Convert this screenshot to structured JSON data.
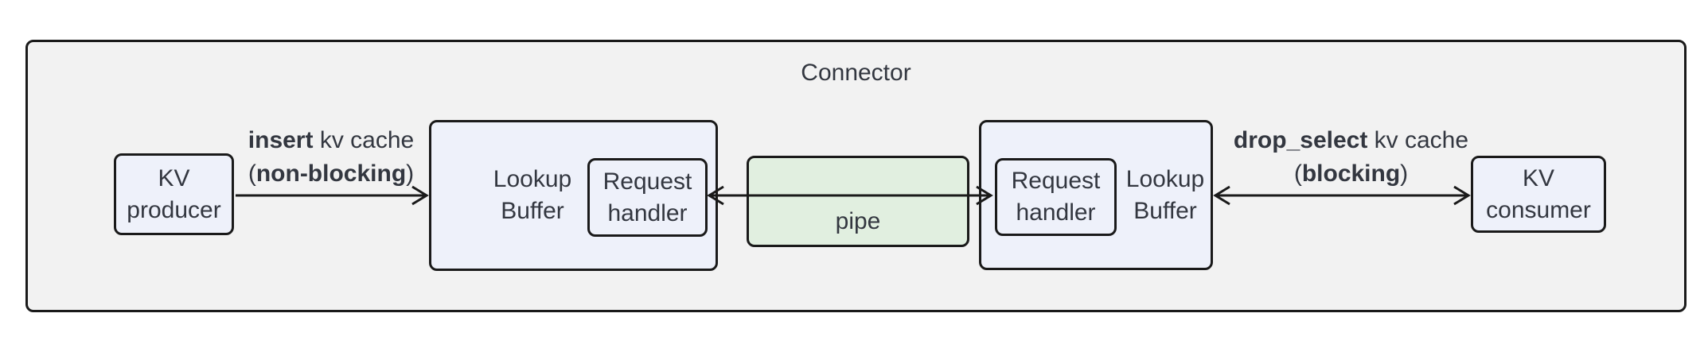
{
  "diagram": {
    "title": "Connector",
    "nodes": {
      "kv_producer": {
        "line1": "KV",
        "line2": "producer"
      },
      "lookup_buffer_left": {
        "line1": "Lookup",
        "line2": "Buffer"
      },
      "request_handler_left": {
        "line1": "Request",
        "line2": "handler"
      },
      "pipe": {
        "label": "pipe"
      },
      "request_handler_right": {
        "line1": "Request",
        "line2": "handler"
      },
      "lookup_buffer_right": {
        "line1": "Lookup",
        "line2": "Buffer"
      },
      "kv_consumer": {
        "line1": "KV",
        "line2": "consumer"
      }
    },
    "edges": {
      "insert": {
        "verb": "insert",
        "object": " kv cache",
        "paren_open": "(",
        "mode": "non-blocking",
        "paren_close": ")"
      },
      "drop_select": {
        "verb": "drop_select",
        "object": " kv cache",
        "paren_open": "(",
        "mode": "blocking",
        "paren_close": ")"
      }
    },
    "colors": {
      "canvas_bg": "#ffffff",
      "container_fill": "#f2f2f2",
      "node_fill_blue": "#eef1fa",
      "node_fill_green": "#e1efe0",
      "border": "#1a1a1a",
      "text": "#333740"
    }
  }
}
